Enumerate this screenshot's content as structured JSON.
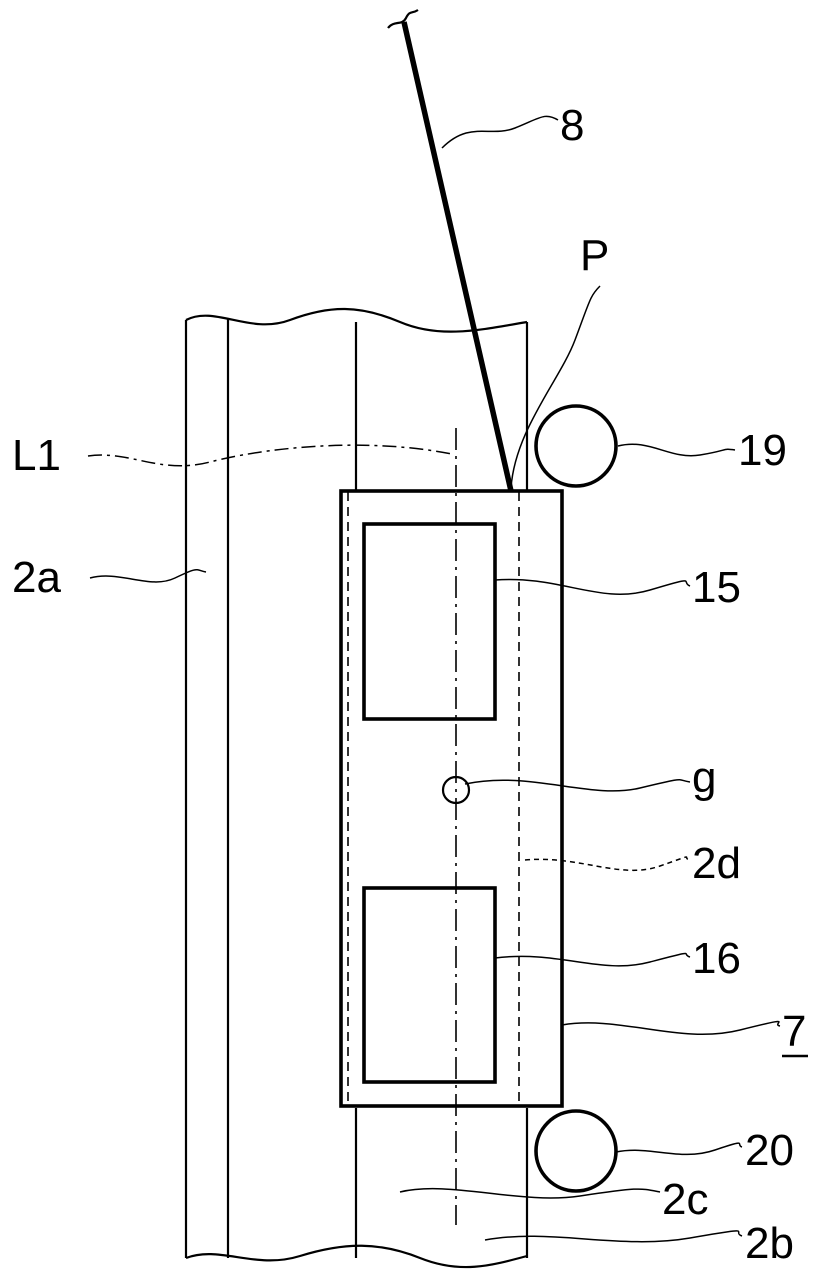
{
  "labels": {
    "wire": "8",
    "point": "P",
    "line": "L1",
    "roller_top": "19",
    "roller_bottom": "20",
    "panel": "2a",
    "lower_b": "2b",
    "lower_c": "2c",
    "dashed_edge": "2d",
    "block_upper": "15",
    "block_lower": "16",
    "center": "g",
    "carrier": "7"
  }
}
